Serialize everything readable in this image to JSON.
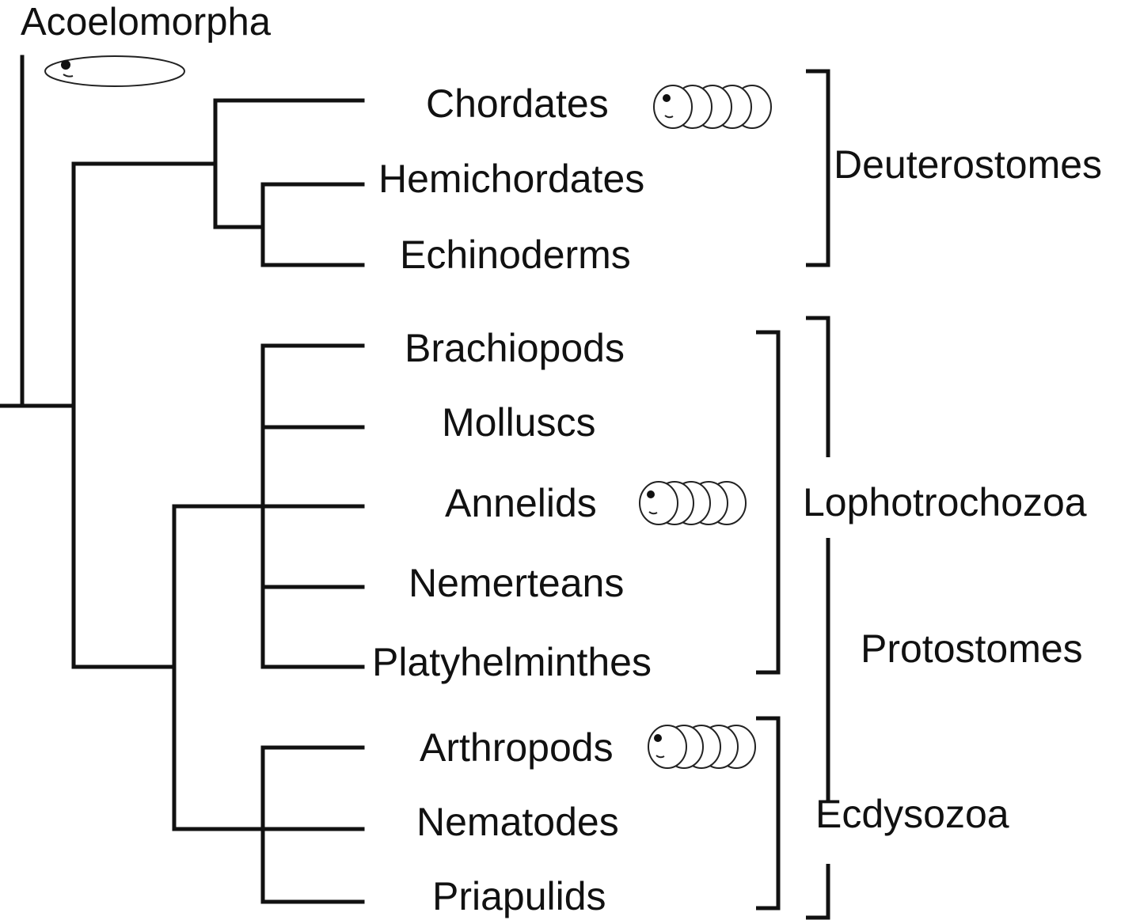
{
  "root": {
    "label": "Acoelomorpha",
    "icon": "flatworm-oval-icon"
  },
  "taxa": [
    {
      "id": "chordates",
      "label": "Chordates",
      "icon": "segmented-body-icon"
    },
    {
      "id": "hemichordates",
      "label": "Hemichordates"
    },
    {
      "id": "echinoderms",
      "label": "Echinoderms"
    },
    {
      "id": "brachiopods",
      "label": "Brachiopods"
    },
    {
      "id": "molluscs",
      "label": "Molluscs"
    },
    {
      "id": "annelids",
      "label": "Annelids",
      "icon": "segmented-body-icon"
    },
    {
      "id": "nemerteans",
      "label": "Nemerteans"
    },
    {
      "id": "platyhelminthes",
      "label": "Platyhelminthes"
    },
    {
      "id": "arthropods",
      "label": "Arthropods",
      "icon": "segmented-body-icon"
    },
    {
      "id": "nematodes",
      "label": "Nematodes"
    },
    {
      "id": "priapulids",
      "label": "Priapulids"
    }
  ],
  "groups": {
    "deuterostomes": "Deuterostomes",
    "lophotrochozoa": "Lophotrochozoa",
    "protostomes": "Protostomes",
    "ecdysozoa": "Ecdysozoa"
  }
}
